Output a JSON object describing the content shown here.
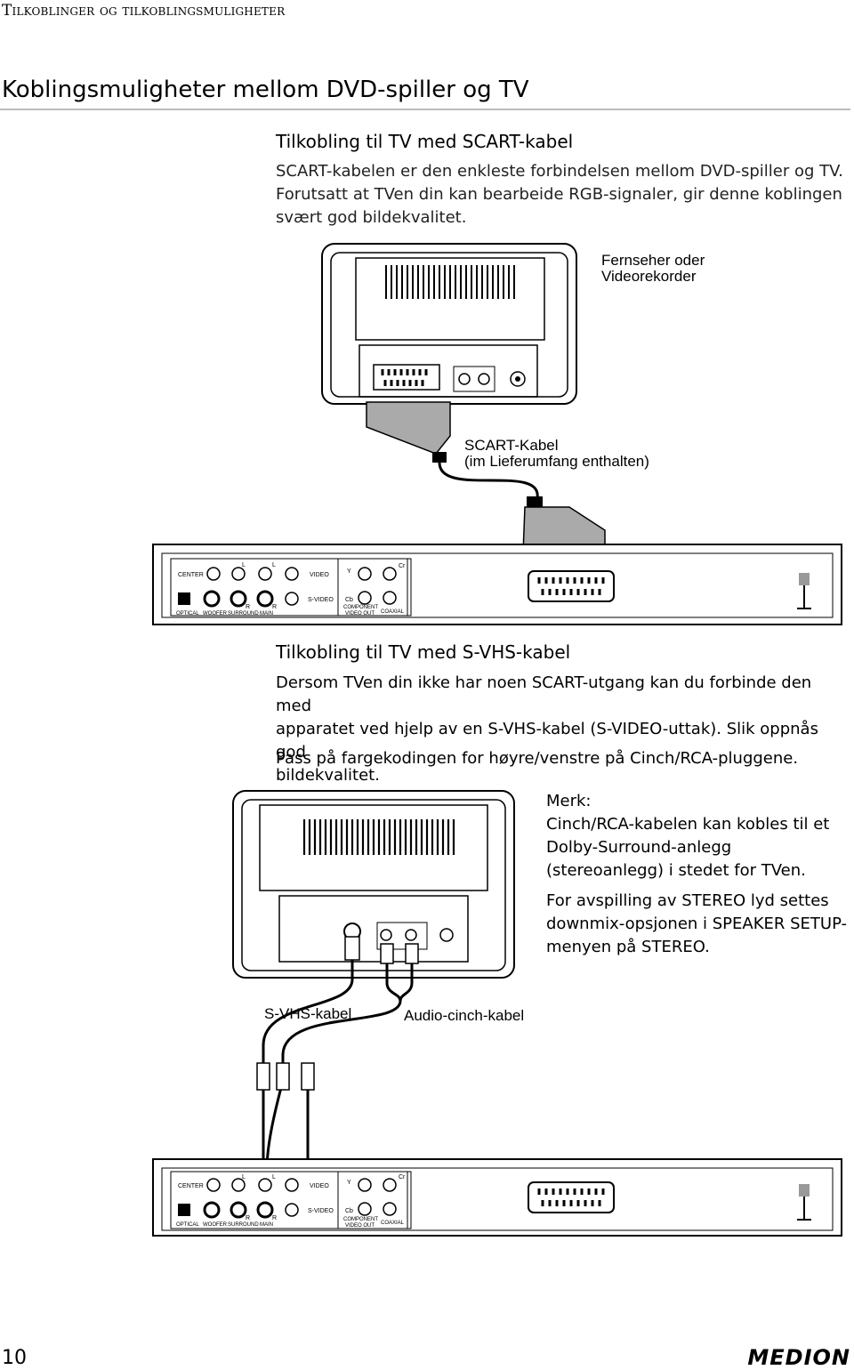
{
  "header": {
    "running_title": "Tilkoblinger og tilkoblingsmuligheter"
  },
  "page_title": "Koblingsmuligheter mellom DVD-spiller og TV",
  "section1": {
    "heading": "Tilkobling til TV med SCART-kabel",
    "para_lines": [
      "SCART-kabelen er den enkleste forbindelsen mellom DVD-spiller og TV.",
      "Forutsatt at TVen din kan bearbeide RGB-signaler, gir denne koblingen",
      "svært god bildekvalitet."
    ],
    "figure": {
      "label_tv_1": "Fernseher oder",
      "label_tv_2": "Videorekorder",
      "label_cable_1": "SCART-Kabel",
      "label_cable_2": "(im Lieferumfang enthalten)"
    }
  },
  "section2": {
    "heading": "Tilkobling til TV med S-VHS-kabel",
    "para_lines": [
      "Dersom TVen din ikke har noen SCART-utgang kan du forbinde den med",
      "apparatet ved hjelp av en S-VHS-kabel (S-VIDEO-uttak). Slik oppnås god",
      "bildekvalitet."
    ],
    "para2": "Pass på fargekodingen for høyre/venstre på Cinch/RCA-pluggene.",
    "note_lines": [
      "Merk:",
      "Cinch/RCA-kabelen kan kobles til et",
      "Dolby-Surround-anlegg",
      "(stereoanlegg) i stedet for TVen."
    ],
    "note2_lines": [
      "For avspilling av STEREO lyd settes",
      "downmix-opsjonen i SPEAKER SETUP-",
      "menyen på STEREO."
    ],
    "figure": {
      "label_svhs": "S-VHS-kabel",
      "label_audio": "Audio-cinch-kabel"
    }
  },
  "panel_labels": {
    "center": "CENTER",
    "optical": "OPTICAL",
    "woofer": "WOOFER",
    "surround": "SURROUND",
    "main": "MAIN",
    "video": "VIDEO",
    "svideo": "S-VIDEO",
    "component_1": "COMPONENT",
    "component_2": "VIDEO OUT",
    "coaxial": "COAXIAL",
    "y": "Y",
    "cb": "Cb",
    "cr": "Cr",
    "l": "L",
    "r": "R"
  },
  "footer": {
    "page_number": "10",
    "brand": "MEDION"
  }
}
